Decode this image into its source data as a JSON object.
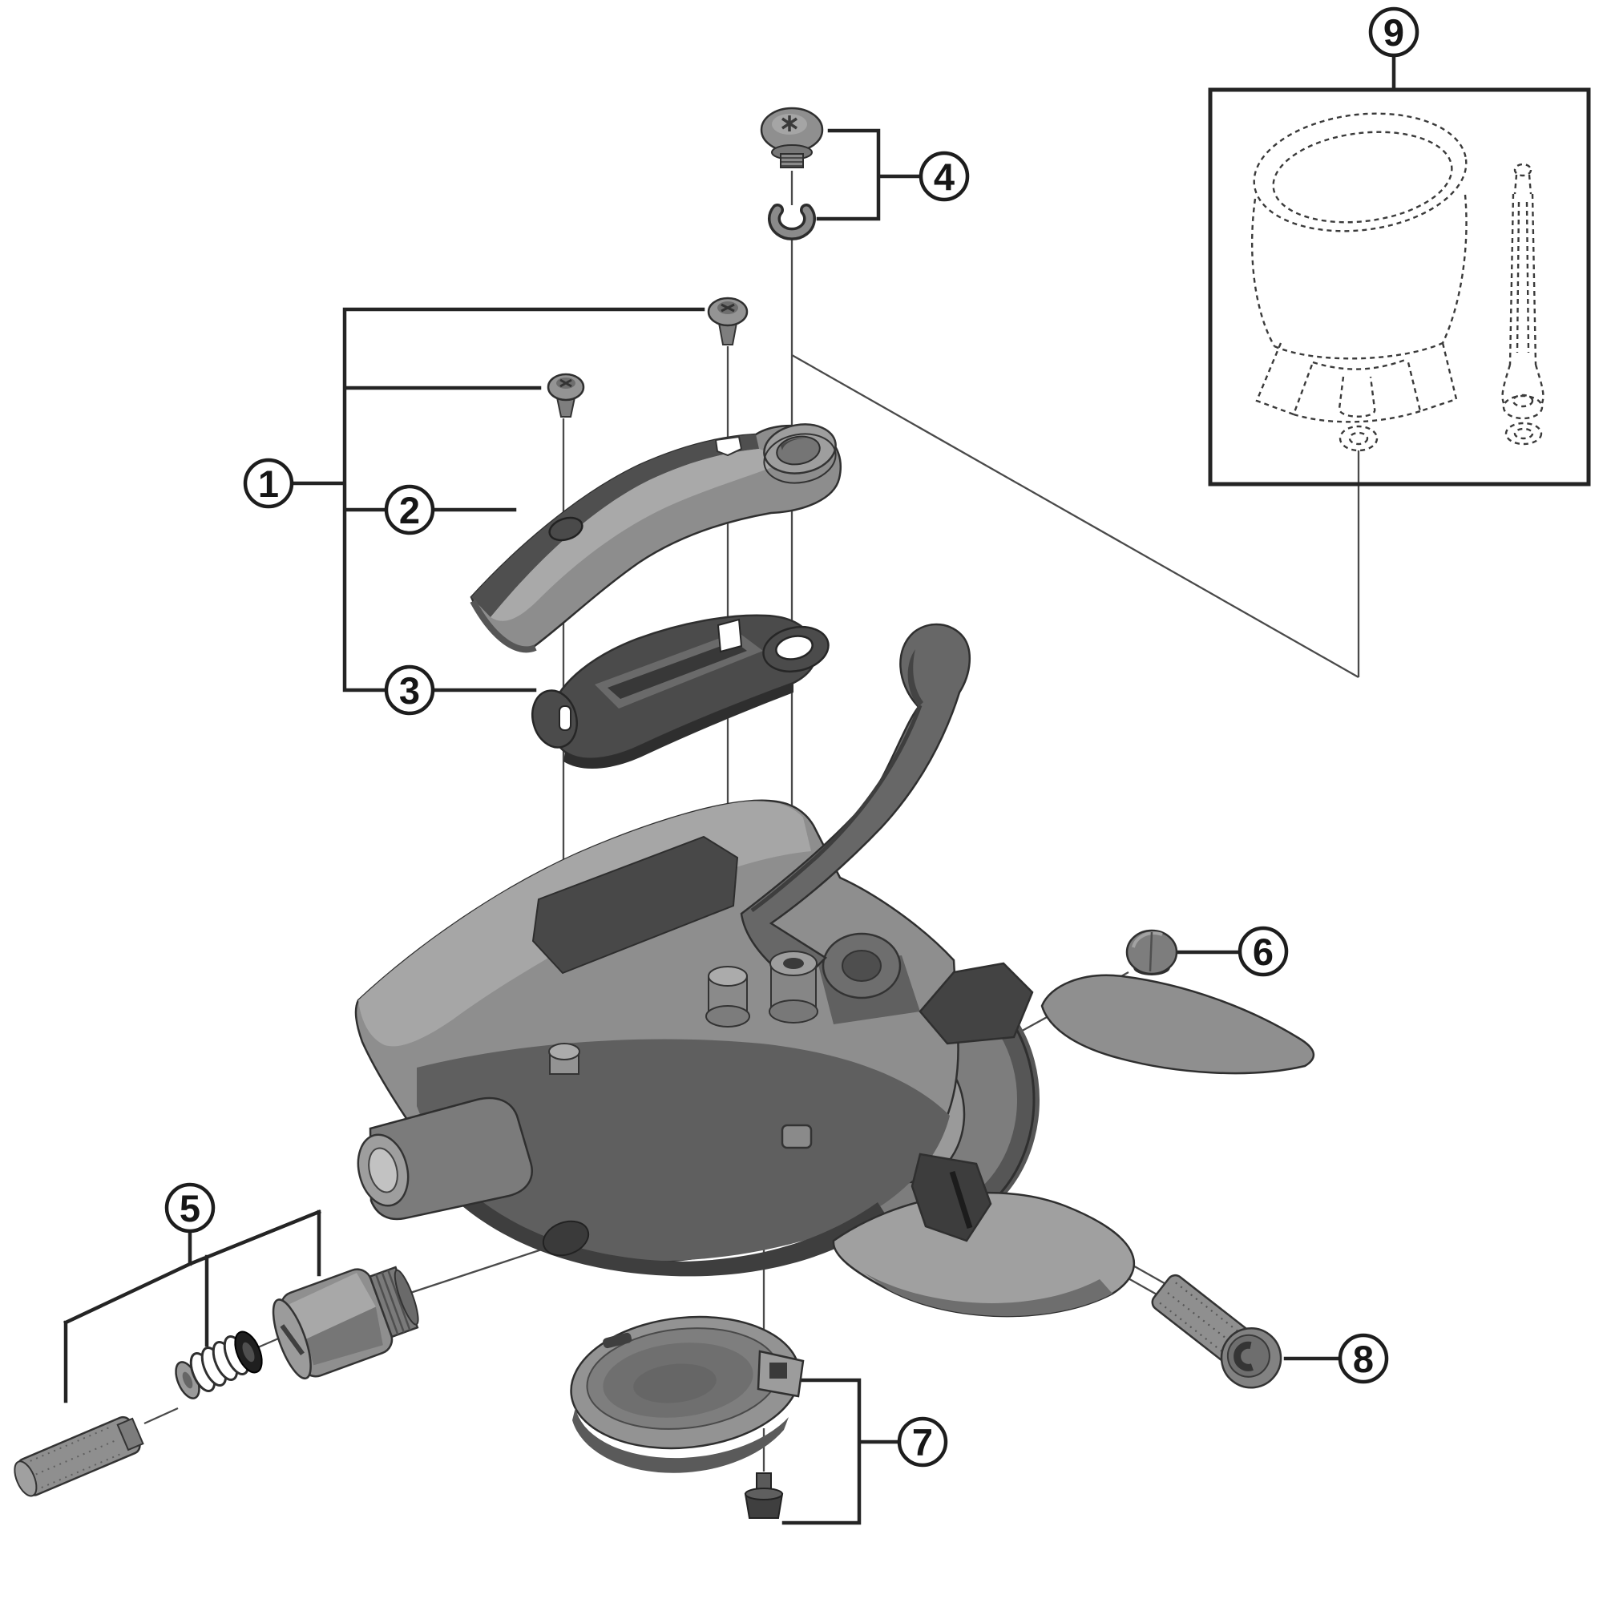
{
  "figure": {
    "background": "#ffffff",
    "ink": "#242424",
    "part_fill_light": "#a9a9a9",
    "part_fill_mid": "#8d8d8d",
    "part_fill_dark": "#4b4b4b"
  },
  "callouts": [
    {
      "label": "1"
    },
    {
      "label": "2"
    },
    {
      "label": "3"
    },
    {
      "label": "4"
    },
    {
      "label": "5"
    },
    {
      "label": "6"
    },
    {
      "label": "7"
    },
    {
      "label": "8"
    },
    {
      "label": "9"
    }
  ]
}
